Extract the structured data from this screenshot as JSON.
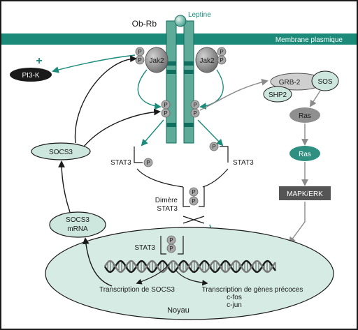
{
  "labels": {
    "leptine": "Leptine",
    "ob_rb": "Ob-Rb",
    "membrane": "Membrane plasmique",
    "plus": "+",
    "pi3k": "PI3-K",
    "jak2_left": "Jak2",
    "jak2_right": "Jak2",
    "phospho": "P",
    "grb2": "GRB-2",
    "sos": "SOS",
    "shp2": "SHP2",
    "ras_1": "Ras",
    "ras_2": "Ras",
    "mapk_erk": "MAPK/ERK",
    "socs3": "SOCS3",
    "socs3_mrna_line1": "SOCS3",
    "socs3_mrna_line2": "mRNA",
    "stat3_left": "STAT3",
    "stat3_right": "STAT3",
    "dimere_line1": "Dimère",
    "dimere_line2": "STAT3",
    "stat3_nucleus": "STAT3",
    "transcription_socs3": "Transcription de SOCS3",
    "transcription_genes": "Transcription de gènes précoces",
    "gene_cfos": "c-fos",
    "gene_cjun": "c-jun",
    "noyau": "Noyau"
  },
  "colors": {
    "border": "#1a1a1a",
    "membrane": "#1b8a78",
    "membrane_text": "#ffffff",
    "receptor": "#5fab9a",
    "receptor_band": "#0f6e5e",
    "jak": "#8f8f8f",
    "phospho": "#a8a8a8",
    "teal_arrow": "#1a8a7a",
    "pale_teal": "#cde6de",
    "nucleus": "#d5ebe4",
    "ras_gray": "#8f8f8f",
    "ras_teal": "#2f8f80",
    "mapk": "#555555",
    "gray_arrow": "#8a8a8a",
    "dark": "#1a1a1a"
  }
}
